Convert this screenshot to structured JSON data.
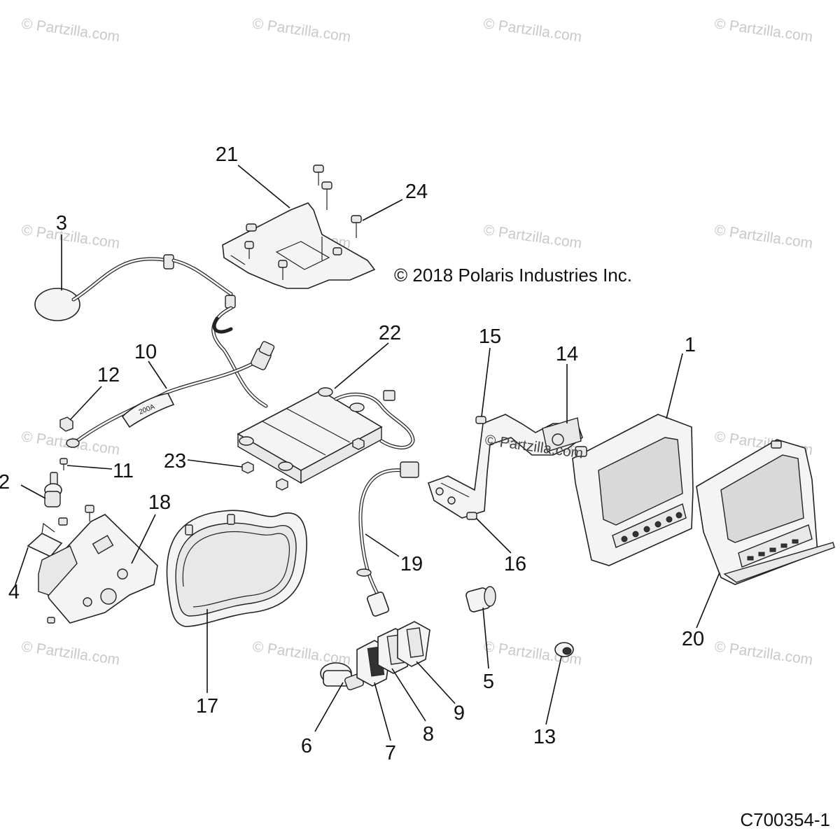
{
  "diagram": {
    "copyright": "© 2018 Polaris Industries Inc.",
    "drawing_code": "C700354-1",
    "watermark_text": "© Partzilla.com",
    "parts": [
      {
        "id": "1",
        "label": "1"
      },
      {
        "id": "2",
        "label": "2"
      },
      {
        "id": "3",
        "label": "3"
      },
      {
        "id": "4",
        "label": "4"
      },
      {
        "id": "5",
        "label": "5"
      },
      {
        "id": "6",
        "label": "6"
      },
      {
        "id": "7",
        "label": "7"
      },
      {
        "id": "8",
        "label": "8"
      },
      {
        "id": "9",
        "label": "9"
      },
      {
        "id": "10",
        "label": "10"
      },
      {
        "id": "11",
        "label": "11"
      },
      {
        "id": "12",
        "label": "12"
      },
      {
        "id": "13",
        "label": "13"
      },
      {
        "id": "14",
        "label": "14"
      },
      {
        "id": "15",
        "label": "15"
      },
      {
        "id": "16",
        "label": "16"
      },
      {
        "id": "17",
        "label": "17"
      },
      {
        "id": "18",
        "label": "18"
      },
      {
        "id": "19",
        "label": "19"
      },
      {
        "id": "20",
        "label": "20"
      },
      {
        "id": "21",
        "label": "21"
      },
      {
        "id": "22",
        "label": "22"
      },
      {
        "id": "23",
        "label": "23"
      },
      {
        "id": "24",
        "label": "24"
      }
    ],
    "fuse_label": "200A"
  }
}
